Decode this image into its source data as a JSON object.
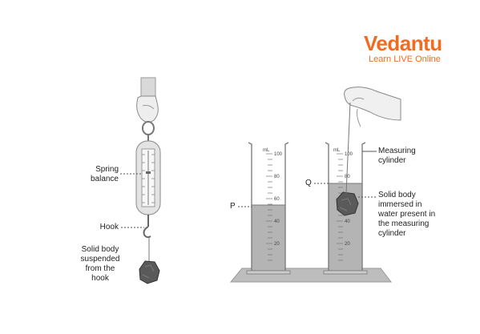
{
  "brand": {
    "name": "Vedantu",
    "tagline": "Learn LIVE Online",
    "color": "#f26b21"
  },
  "labels": {
    "spring_balance": "Spring\nbalance",
    "hook": "Hook",
    "solid_body": "Solid body\nsuspended\nfrom the\nhook",
    "p": "P",
    "q": "Q",
    "measuring_cylinder": "Measuring\ncylinder",
    "immersed": "Solid body\nimmersed in\nwater present in\nthe measuring\ncylinder"
  },
  "cylinder_scale": {
    "unit": "mL",
    "ticks": [
      "100",
      "80",
      "60",
      "40",
      "20"
    ]
  },
  "colors": {
    "water": "#b4b4b4",
    "glass": "#7a7a7a",
    "base": "#bdbdbd",
    "stone": "#5a5a5a"
  }
}
